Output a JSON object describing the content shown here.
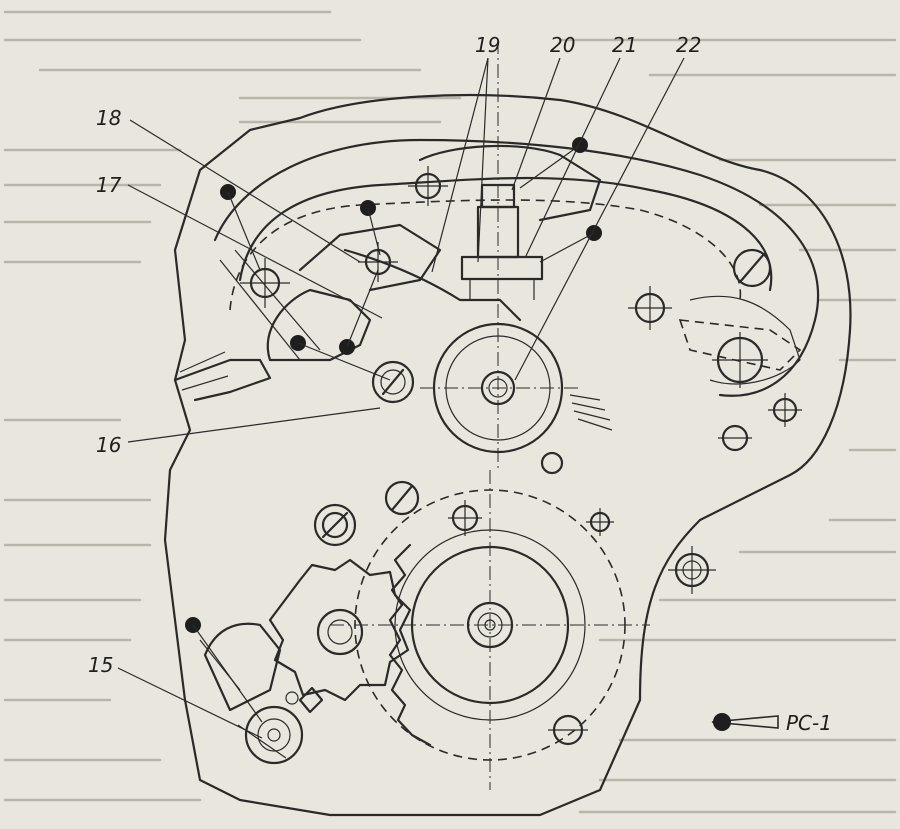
{
  "callouts": [
    {
      "id": "15",
      "label": "15"
    },
    {
      "id": "16",
      "label": "16"
    },
    {
      "id": "17",
      "label": "17"
    },
    {
      "id": "18",
      "label": "18"
    },
    {
      "id": "19",
      "label": "19"
    },
    {
      "id": "20",
      "label": "20"
    },
    {
      "id": "21",
      "label": "21"
    },
    {
      "id": "22",
      "label": "22"
    }
  ],
  "legend": {
    "marker_label": "PC-1"
  },
  "colors": {
    "ink": "#2a2a2a",
    "paper": "#e9e6dd",
    "bleed_text": "#b9b5aa"
  }
}
